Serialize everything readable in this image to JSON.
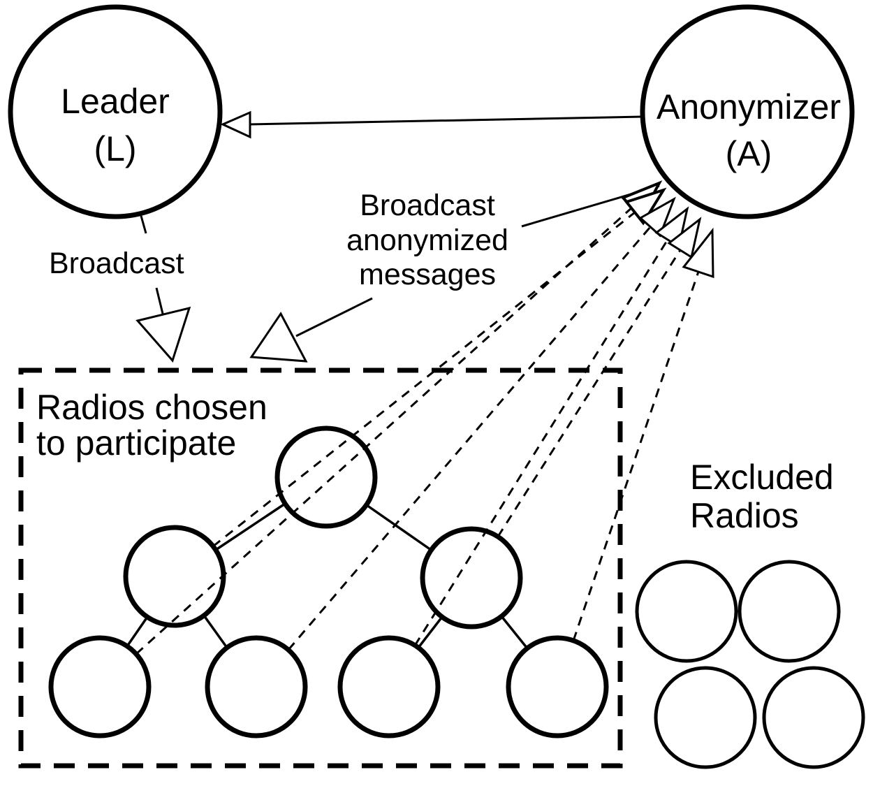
{
  "nodes": {
    "leader": {
      "line1": "Leader",
      "line2": "(L)"
    },
    "anonymizer": {
      "line1": "Anonymizer",
      "line2": "(A)"
    }
  },
  "labels": {
    "broadcast": "Broadcast",
    "broadcast_anonymized": {
      "line1": "Broadcast",
      "line2": "anonymized",
      "line3": "messages"
    },
    "participants_box": {
      "line1": "Radios chosen",
      "line2": "to participate"
    },
    "excluded": {
      "line1": "Excluded",
      "line2": "Radios"
    }
  },
  "structure": {
    "participant_radio_count": 7,
    "excluded_radio_count": 4,
    "dashed_message_line_count": 6,
    "colors": {
      "ink": "#000000",
      "background": "#ffffff"
    }
  }
}
